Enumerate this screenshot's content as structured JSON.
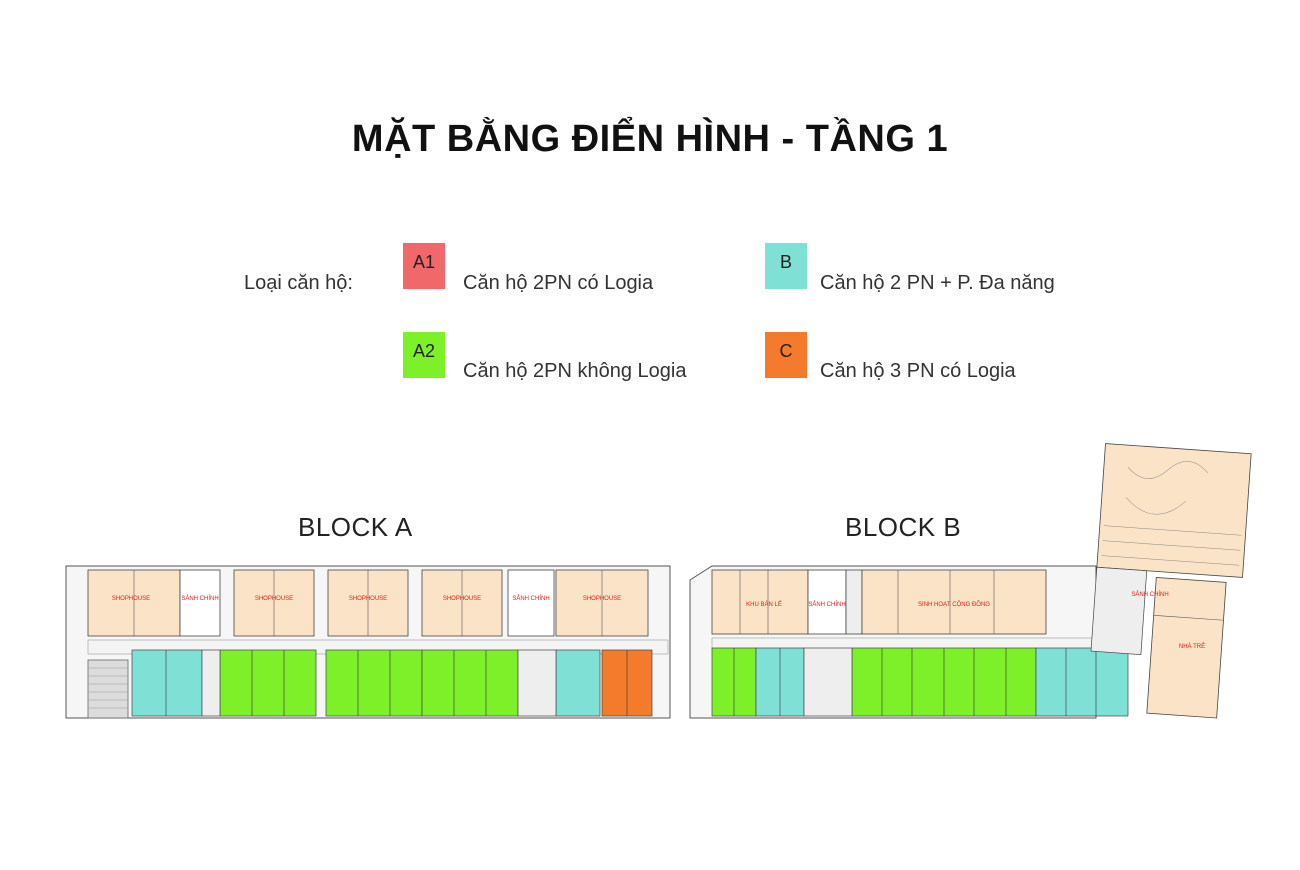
{
  "title": "MẶT BẰNG ĐIỂN HÌNH - TẦNG 1",
  "legend": {
    "label": "Loại căn hộ:",
    "items": [
      {
        "code": "A1",
        "text": "Căn hộ 2PN có Logia",
        "color": "#f0686a"
      },
      {
        "code": "B",
        "text": "Căn hộ 2 PN + P. Đa năng",
        "color": "#7fe0d6"
      },
      {
        "code": "A2",
        "text": "Căn hộ 2PN không Logia",
        "color": "#7ef02a"
      },
      {
        "code": "C",
        "text": "Căn hộ 3 PN có Logia",
        "color": "#f47a2c"
      }
    ]
  },
  "blocks": [
    {
      "name": "BLOCK A",
      "rooms": [
        "SHOPHOUSE",
        "SẢNH CHÍNH",
        "SHOPHOUSE",
        "SHOPHOUSE",
        "SHOPHOUSE",
        "SẢNH CHÍNH",
        "SHOPHOUSE"
      ]
    },
    {
      "name": "BLOCK B",
      "rooms": [
        "KHU BÁN LẺ",
        "SẢNH CHÍNH",
        "SINH HOẠT CỘNG ĐỒNG",
        "SẢNH CHÍNH",
        "NHÀ TRẺ"
      ]
    }
  ],
  "colors": {
    "shophouse": "#fbe3c8",
    "wall": "#333333",
    "corridor": "#f4f4f4"
  }
}
